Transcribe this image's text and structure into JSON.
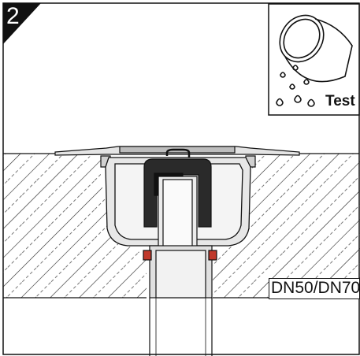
{
  "step": {
    "number": "2"
  },
  "test_icon": {
    "label": "Test",
    "icon": "test-water-icon"
  },
  "pipe": {
    "label": "DN50/DN70"
  },
  "colors": {
    "ink": "#111111",
    "hatch": "#222222",
    "background": "#ffffff",
    "metal_fill": "#dcdcdc",
    "dark_fill": "#1a1a1a",
    "accent": "#c0392b"
  }
}
